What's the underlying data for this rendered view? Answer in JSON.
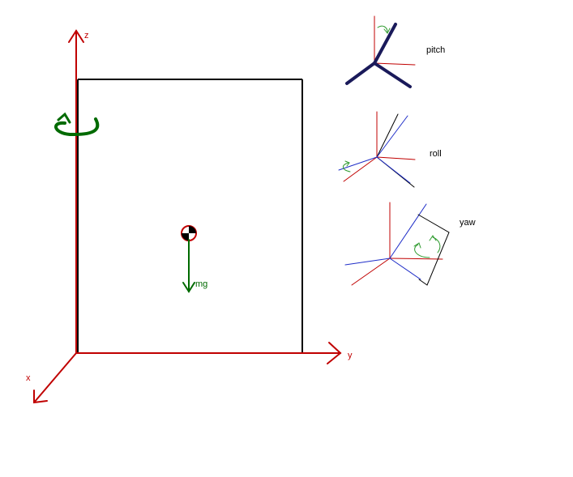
{
  "axes": {
    "z_label": "z",
    "y_label": "y",
    "x_label": "x"
  },
  "body": {
    "force_label": "mg"
  },
  "rotations": {
    "pitch_label": "pitch",
    "roll_label": "roll",
    "yaw_label": "yaw"
  },
  "colors": {
    "axis_red": "#c00000",
    "outline_black": "#000000",
    "arrow_green": "#006a00",
    "line_blue": "#1f2ec8",
    "navy": "#1a1a5a",
    "arc_green": "#2e9a2e"
  }
}
